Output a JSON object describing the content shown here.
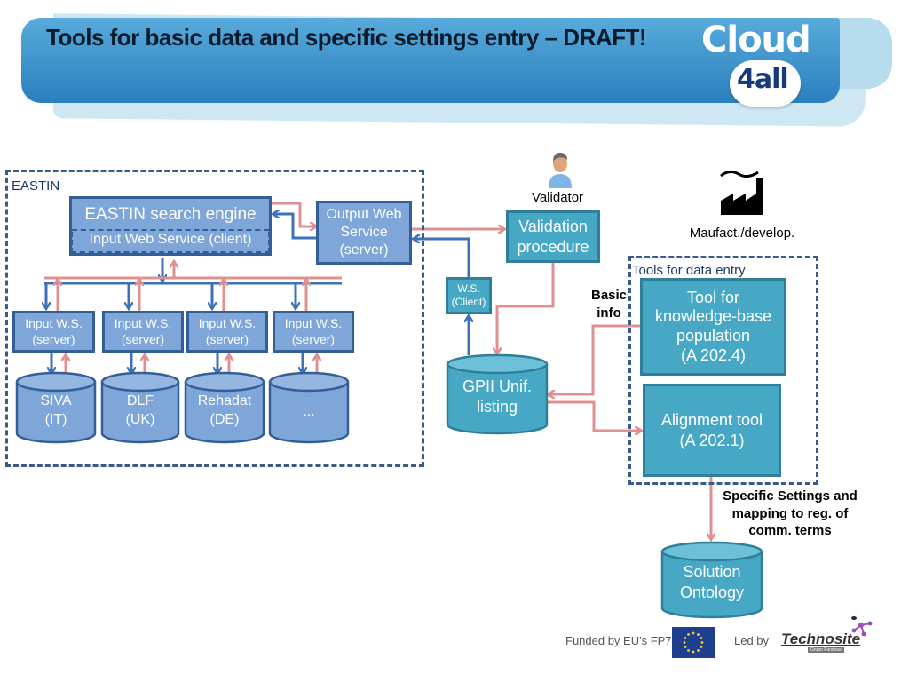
{
  "slide": {
    "title": "Tools for basic data and specific settings entry – DRAFT!",
    "logo": {
      "line1": "Cloud",
      "line2": "4all"
    }
  },
  "eastin": {
    "group_label": "EASTIN",
    "search_engine": "EASTIN search engine",
    "input_ws_client": "Input Web Service (client)",
    "output_ws": [
      "Output Web",
      "Service",
      "(server)"
    ],
    "input_servers": [
      {
        "line1": "Input W.S.",
        "line2": "(server)"
      },
      {
        "line1": "Input W.S.",
        "line2": "(server)"
      },
      {
        "line1": "Input W.S.",
        "line2": "(server)"
      },
      {
        "line1": "Input W.S.",
        "line2": "(server)"
      }
    ],
    "databases": [
      {
        "line1": "SIVA",
        "line2": "(IT)"
      },
      {
        "line1": "DLF",
        "line2": "(UK)"
      },
      {
        "line1": "Rehadat",
        "line2": "(DE)"
      },
      {
        "line1": "...",
        "line2": ""
      }
    ]
  },
  "middle": {
    "validator_label": "Validator",
    "validation": [
      "Validation",
      "procedure"
    ],
    "ws_client": [
      "W.S.",
      "(Client)"
    ],
    "gpii": [
      "GPII Unif.",
      "listing"
    ],
    "basic_info": [
      "Basic",
      "info"
    ]
  },
  "right": {
    "manufacturer_label": "Maufact./develop.",
    "tools_group_label": "Tools for data entry",
    "kb_tool": [
      "Tool for",
      "knowledge-base",
      "population",
      "(A 202.4)"
    ],
    "alignment_tool": [
      "Alignment tool",
      "(A 202.1)"
    ],
    "specific_settings": [
      "Specific Settings and",
      "mapping to reg. of",
      "comm. terms"
    ],
    "ontology": [
      "Solution",
      "Ontology"
    ]
  },
  "footer": {
    "funded": "Funded by EU's FP7",
    "led_by": "Led by",
    "technosite": "Technosite",
    "technosite_sub": "Grupo Fundosa"
  },
  "colors": {
    "blue_box": "#7ea6d8",
    "teal_box": "#47a8c5",
    "pink_arrow": "#e09090",
    "blue_arrow": "#3d72b8"
  }
}
